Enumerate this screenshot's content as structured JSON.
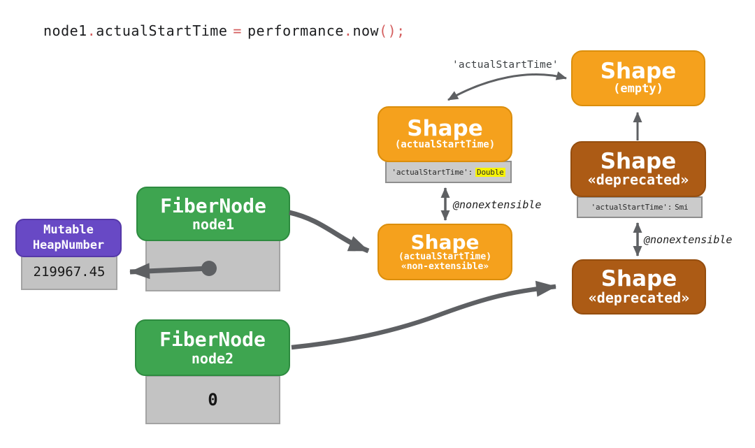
{
  "colors": {
    "orange": "#F5A11D",
    "orange-border": "#DB8E0C",
    "brown": "#AC5B15",
    "brown-border": "#954E0F",
    "green": "#3EA550",
    "green-border": "#2E8B40",
    "purple": "#6849C5",
    "purple-border": "#5538A8",
    "gray-slot": "#C3C3C3",
    "gray-slot-border": "#A3A3A3",
    "gray-row": "#CBCBCB",
    "gray-row-border": "#8E8E8E",
    "yellow": "#F7F303",
    "arrow": "#5E6063",
    "code-red": "#D45F5F"
  },
  "code": {
    "object": "node1",
    "dot1": ".",
    "property": "actualStartTime",
    "operator": "=",
    "callee": "performance",
    "dot2": ".",
    "method": "now",
    "call_punct": "();"
  },
  "edge_labels": {
    "transition": "'actualStartTime'",
    "nonextensible_top": "@nonextensible",
    "nonextensible_bottom": "@nonextensible"
  },
  "shape_empty": {
    "title": "Shape",
    "subtitle": "(empty)"
  },
  "shape_actual_start_time": {
    "title": "Shape",
    "subtitle": "(actualStartTime)",
    "descriptor_key": "'actualStartTime':",
    "descriptor_value": "Double"
  },
  "shape_non_extensible": {
    "title": "Shape",
    "subtitle": "(actualStartTime)",
    "modifier": "«non-extensible»"
  },
  "shape_deprecated_top": {
    "title": "Shape",
    "modifier": "«deprecated»",
    "descriptor_key": "'actualStartTime':",
    "descriptor_value": "Smi"
  },
  "shape_deprecated_bottom": {
    "title": "Shape",
    "modifier": "«deprecated»"
  },
  "fiber_node1": {
    "title": "FiberNode",
    "name": "node1"
  },
  "fiber_node2": {
    "title": "FiberNode",
    "name": "node2",
    "slot_value": "0"
  },
  "heap_number": {
    "line1": "Mutable",
    "line2": "HeapNumber",
    "value": "219967.45"
  }
}
